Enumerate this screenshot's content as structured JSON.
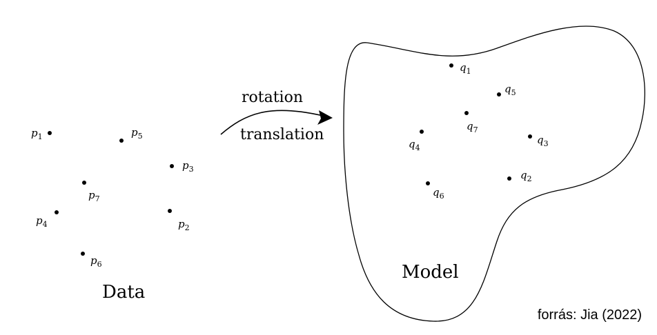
{
  "data_set": {
    "label": "Data",
    "points": [
      {
        "name": "p",
        "sub": "1"
      },
      {
        "name": "p",
        "sub": "5"
      },
      {
        "name": "p",
        "sub": "3"
      },
      {
        "name": "p",
        "sub": "7"
      },
      {
        "name": "p",
        "sub": "4"
      },
      {
        "name": "p",
        "sub": "2"
      },
      {
        "name": "p",
        "sub": "6"
      }
    ]
  },
  "model_set": {
    "label": "Model",
    "points": [
      {
        "name": "q",
        "sub": "1"
      },
      {
        "name": "q",
        "sub": "5"
      },
      {
        "name": "q",
        "sub": "7"
      },
      {
        "name": "q",
        "sub": "4"
      },
      {
        "name": "q",
        "sub": "3"
      },
      {
        "name": "q",
        "sub": "2"
      },
      {
        "name": "q",
        "sub": "6"
      }
    ]
  },
  "transform": {
    "line1": "rotation",
    "line2": "translation"
  },
  "credit": "forrás: Jia (2022)"
}
